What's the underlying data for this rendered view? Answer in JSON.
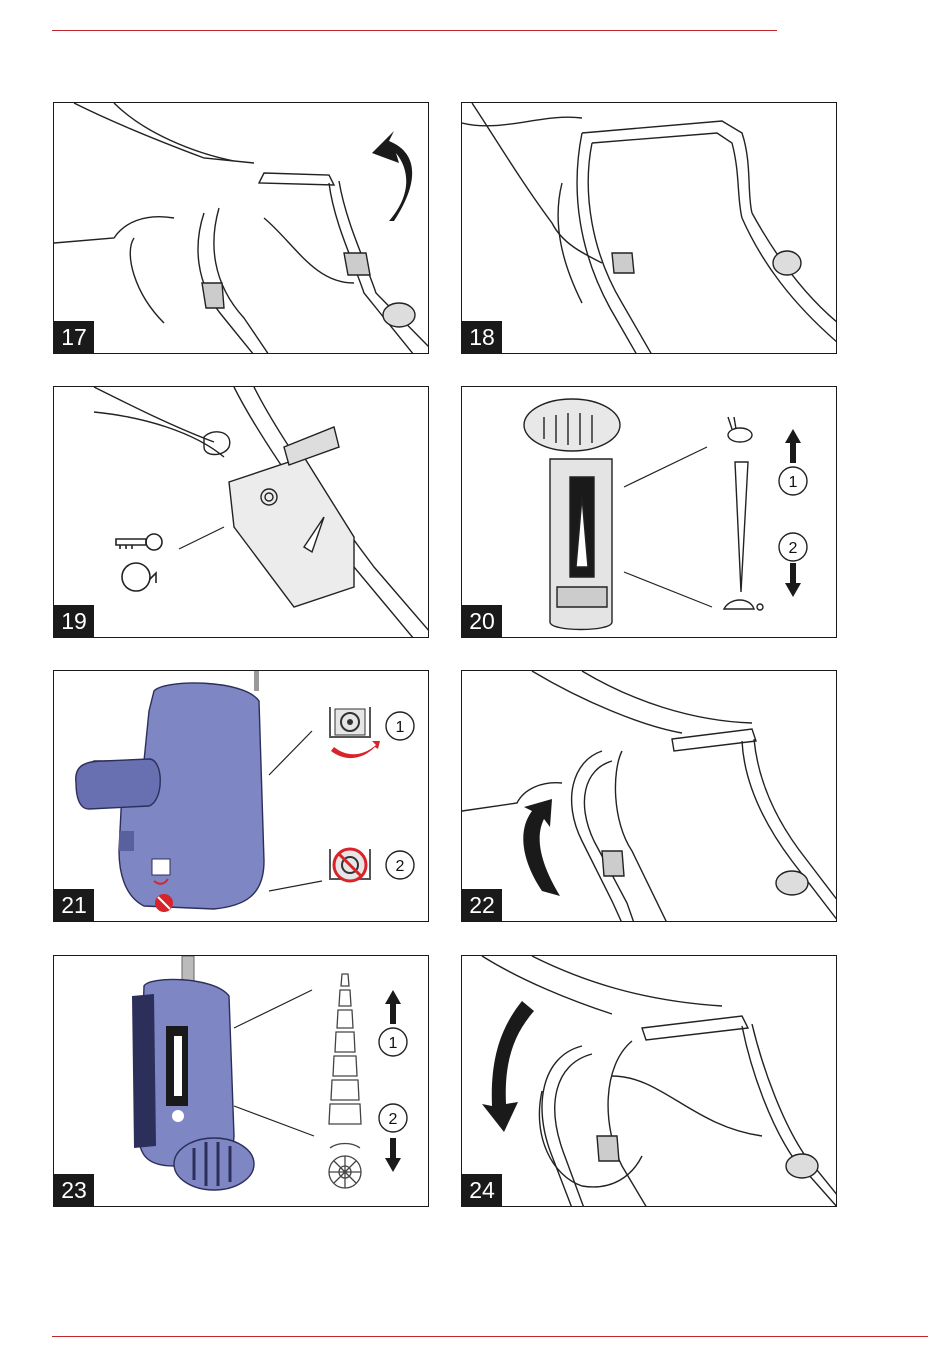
{
  "figures": [
    {
      "number": "17",
      "name": "figure-17"
    },
    {
      "number": "18",
      "name": "figure-18"
    },
    {
      "number": "19",
      "name": "figure-19"
    },
    {
      "number": "20",
      "name": "figure-20",
      "callouts": [
        "1",
        "2"
      ]
    },
    {
      "number": "21",
      "name": "figure-21",
      "callouts": [
        "1",
        "2"
      ]
    },
    {
      "number": "22",
      "name": "figure-22"
    },
    {
      "number": "23",
      "name": "figure-23",
      "callouts": [
        "1",
        "2"
      ]
    },
    {
      "number": "24",
      "name": "figure-24"
    }
  ],
  "colors": {
    "rule": "#c0272d",
    "device_blue": "#7e86c4",
    "warning_red": "#d8232a",
    "number_box": "#1a1a1a"
  }
}
